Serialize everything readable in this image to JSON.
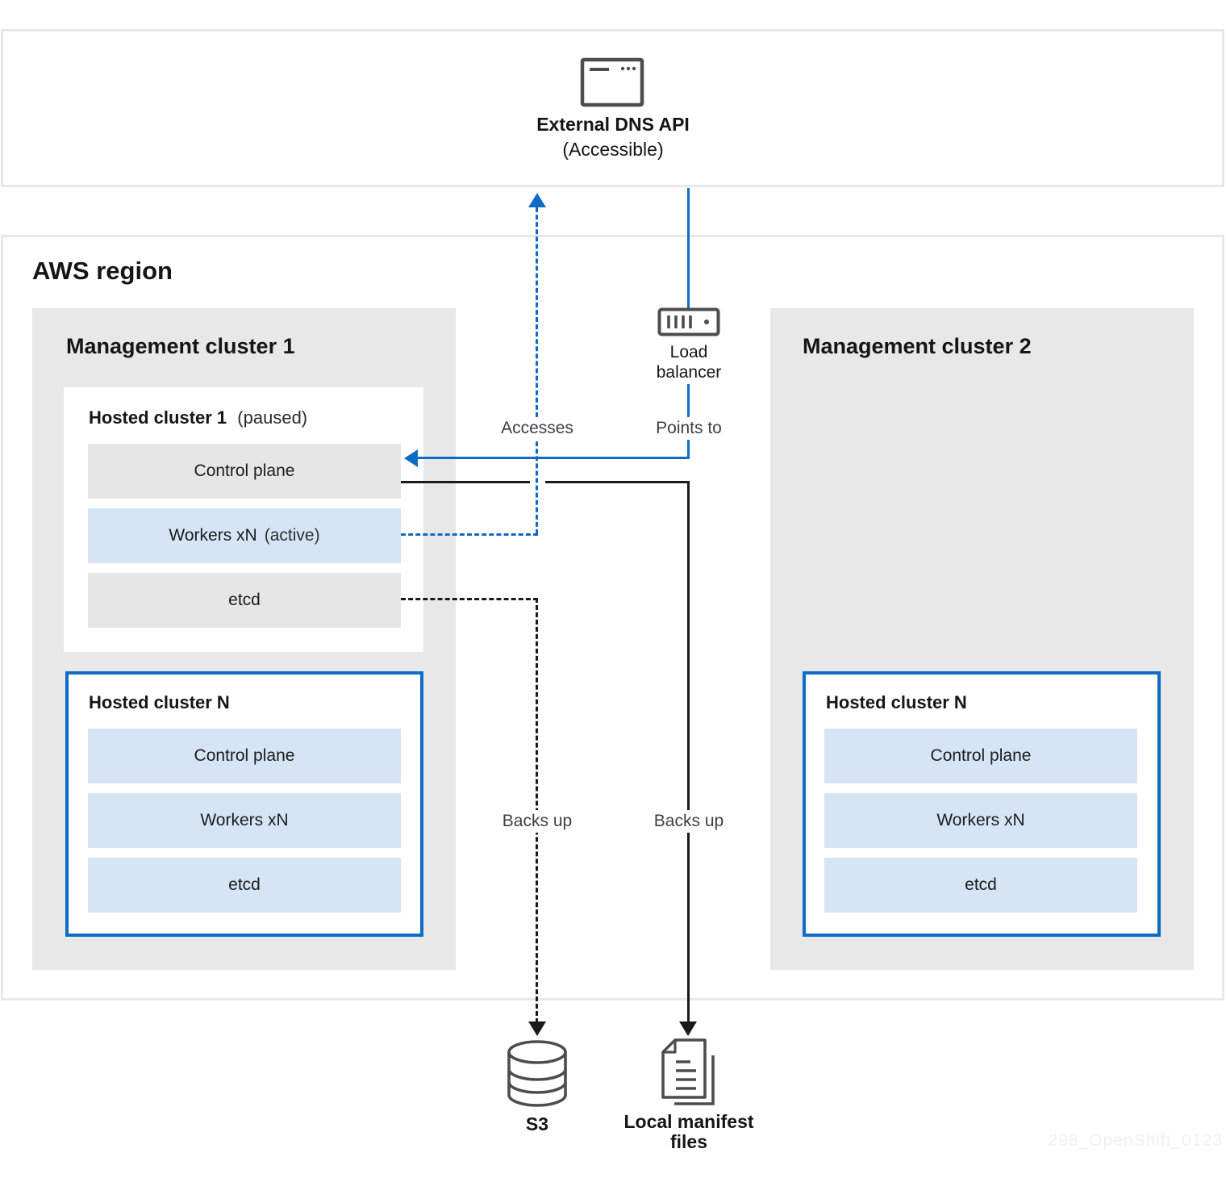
{
  "external_dns": {
    "label": "External DNS API",
    "sublabel": "(Accessible)"
  },
  "aws_region": {
    "title": "AWS region"
  },
  "mgmt1": {
    "title": "Management cluster 1",
    "hosted1": {
      "title": "Hosted cluster 1",
      "qualifier": "(paused)",
      "rows": [
        {
          "label": "Control plane",
          "qualifier": ""
        },
        {
          "label": "Workers xN",
          "qualifier": "(active)"
        },
        {
          "label": "etcd",
          "qualifier": ""
        }
      ]
    },
    "hostedN": {
      "title": "Hosted cluster N",
      "rows": [
        {
          "label": "Control plane"
        },
        {
          "label": "Workers xN"
        },
        {
          "label": "etcd"
        }
      ]
    }
  },
  "mgmt2": {
    "title": "Management cluster 2",
    "hostedN": {
      "title": "Hosted cluster N",
      "rows": [
        {
          "label": "Control plane"
        },
        {
          "label": "Workers xN"
        },
        {
          "label": "etcd"
        }
      ]
    }
  },
  "load_balancer": {
    "label": "Load balancer"
  },
  "edges": {
    "accesses": "Accesses",
    "points_to": "Points to",
    "backs_up_left": "Backs up",
    "backs_up_right": "Backs up"
  },
  "s3": {
    "label": "S3"
  },
  "manifest": {
    "label": "Local manifest files"
  },
  "watermark": "298_OpenShift_0123",
  "icons": {
    "external_dns": "browser-window-icon",
    "load_balancer": "load-balancer-icon",
    "s3": "database-icon",
    "manifest": "documents-icon"
  },
  "colors": {
    "accent_blue": "#0e6cc8",
    "light_blue_fill": "#d5e5f6",
    "box_gray_fill": "#e8e8e8",
    "row_gray_fill": "#e6e6e6",
    "line_black": "#1a1a1a",
    "icon_gray": "#4d4d4f",
    "border_gray": "#e8e8e8"
  }
}
